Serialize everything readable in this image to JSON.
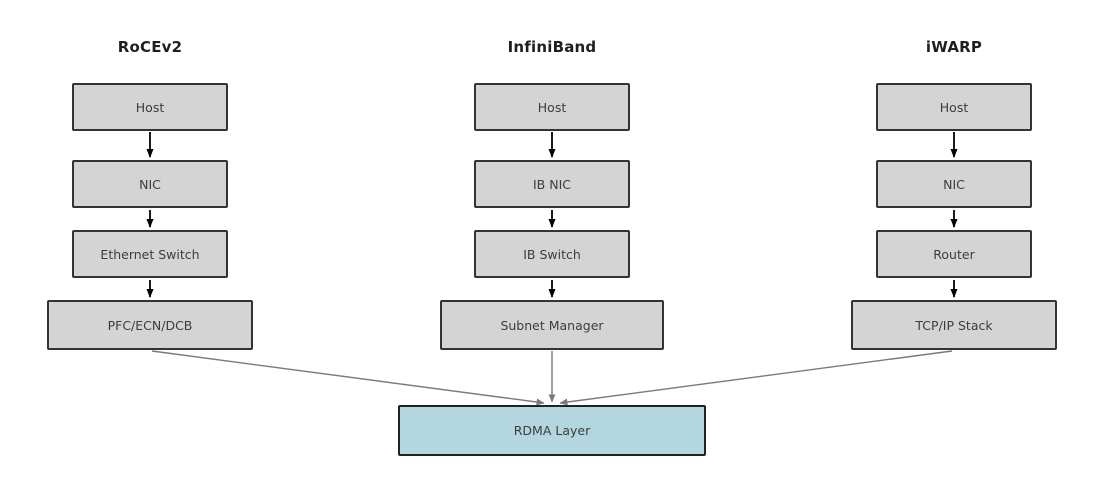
{
  "diagram": {
    "columns": [
      {
        "title": "RoCEv2",
        "nodes": [
          {
            "label": "Host"
          },
          {
            "label": "NIC"
          },
          {
            "label": "Ethernet Switch"
          },
          {
            "label": "PFC/ECN/DCB"
          }
        ]
      },
      {
        "title": "InfiniBand",
        "nodes": [
          {
            "label": "Host"
          },
          {
            "label": "IB NIC"
          },
          {
            "label": "IB Switch"
          },
          {
            "label": "Subnet Manager"
          }
        ]
      },
      {
        "title": "iWARP",
        "nodes": [
          {
            "label": "Host"
          },
          {
            "label": "NIC"
          },
          {
            "label": "Router"
          },
          {
            "label": "TCP/IP Stack"
          }
        ]
      }
    ],
    "sink": {
      "label": "RDMA Layer"
    },
    "colors": {
      "node_fill": "#d4d4d4",
      "node_border": "#333333",
      "sink_fill": "#b3d6e0",
      "sink_border": "#222222",
      "flow_arrow": "#000000",
      "converge_arrow": "#7a7a7a",
      "title_text": "#1f1f1f",
      "node_text": "#3d3d3d"
    }
  }
}
